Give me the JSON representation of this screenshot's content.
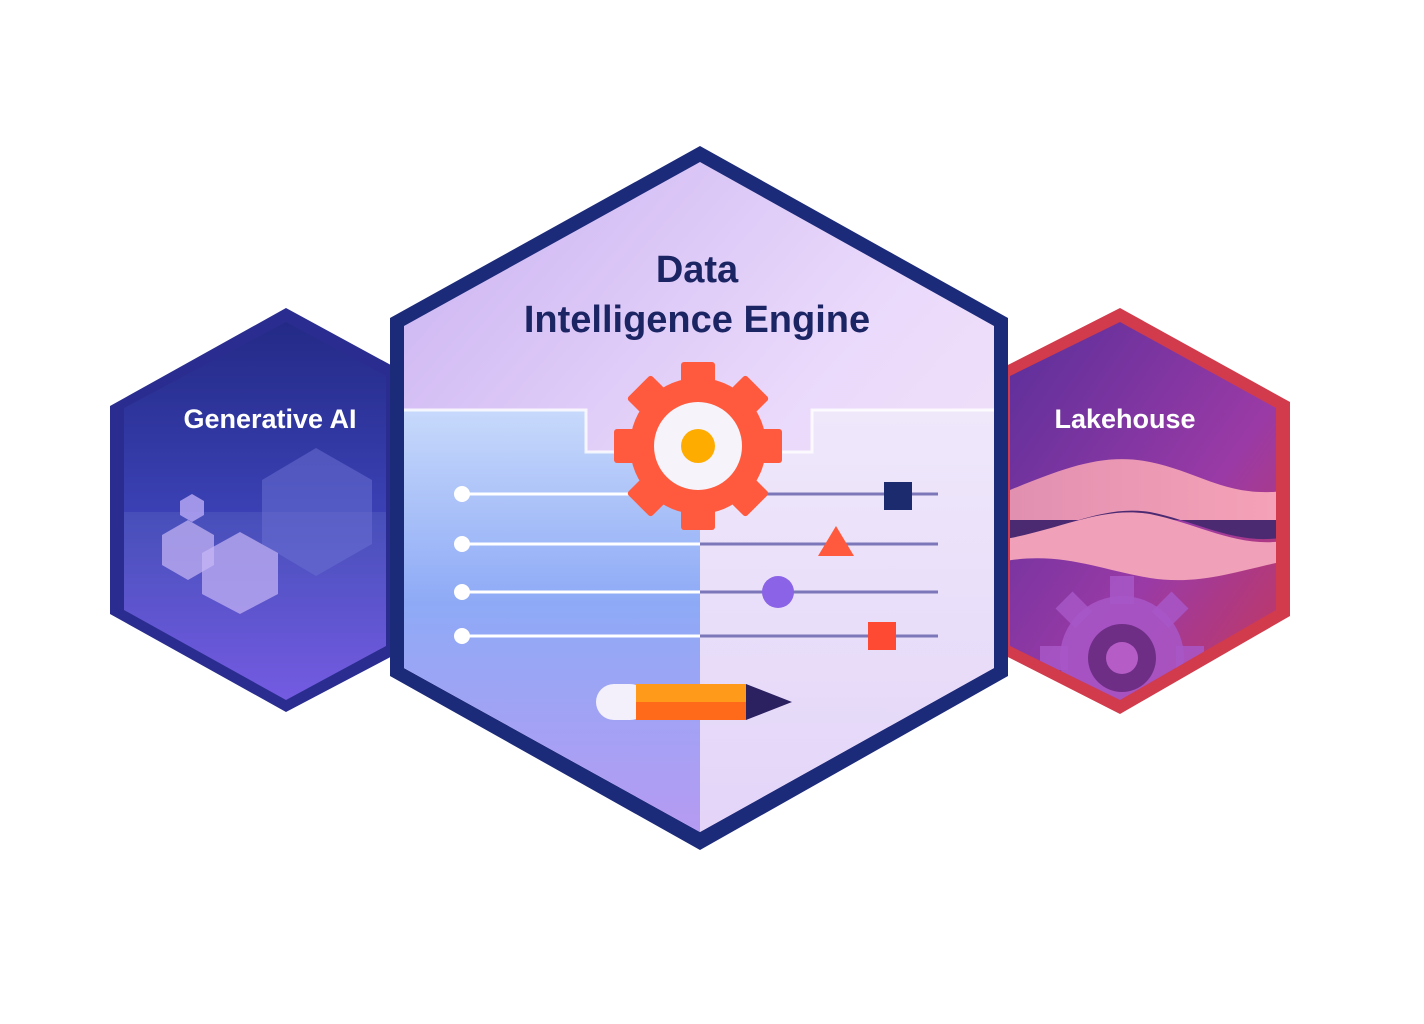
{
  "left_hex": {
    "title": "Generative AI",
    "colors": {
      "border": "#2a2d8f",
      "top": "#232a86",
      "bottom": "#6a4fe0"
    },
    "icon": "hexagon-cluster-icon"
  },
  "center_hex": {
    "title_line1": "Data",
    "title_line2": "Intelligence Engine",
    "colors": {
      "border": "#1c2a7a",
      "top": "#e9dcfb",
      "accent_orange": "#ff6a3d",
      "accent_yellow": "#ffb000",
      "accent_purple": "#8a63e6"
    },
    "icons": [
      "gear-icon",
      "slider-lines-icon",
      "pencil-icon"
    ]
  },
  "right_hex": {
    "title": "Lakehouse",
    "colors": {
      "border": "#d13b4c",
      "top": "#6d35a3",
      "bottom": "#c33a73"
    },
    "icons": [
      "wave-layers-icon",
      "gear-icon"
    ]
  }
}
